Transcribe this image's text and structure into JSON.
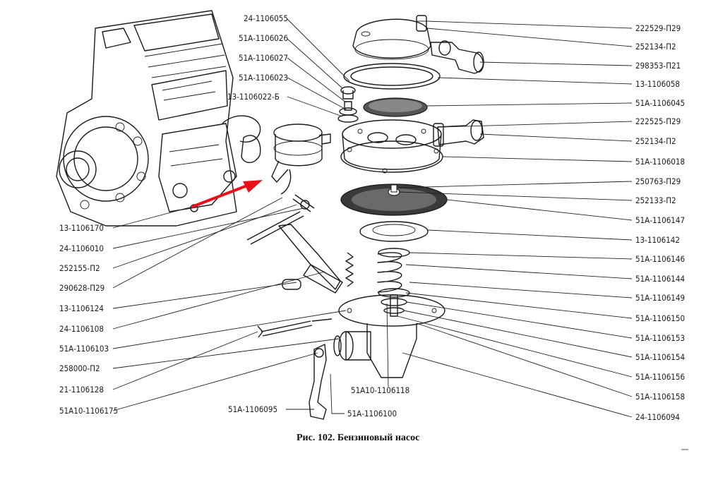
{
  "caption": "Рис. 102. Бензиновый насос",
  "labels_top": [
    "24-1106055",
    "51А-1106026",
    "51А-1106027",
    "51А-1106023",
    "13-1106022-Б"
  ],
  "labels_left": [
    "13-1106170",
    "24-1106010",
    "252155-П2",
    "290628-П29",
    "13-1106124",
    "24-1106108",
    "51А-1106103",
    "258000-П2",
    "21-1106128",
    "51А10-1106175"
  ],
  "labels_right": [
    "222529-П29",
    "252134-П2",
    "298353-П21",
    "13-1106058",
    "51А-1106045",
    "222525-П29",
    "252134-П2",
    "51А-1106018",
    "250763-П29",
    "252133-П2",
    "51А-1106147",
    "13-1106142",
    "51А-1106146",
    "51А-1106144",
    "51А-1106149",
    "51А-1106150",
    "51А-1106153",
    "51А-1106154",
    "51А-1106156",
    "51А-1106158",
    "24-1106094"
  ],
  "labels_bottom": [
    "51А10-1106118",
    "51А-1106095",
    "51А-1106100"
  ],
  "colors": {
    "ink": "#1a1a1a",
    "arrow": "#e8101a",
    "background": "#ffffff"
  }
}
